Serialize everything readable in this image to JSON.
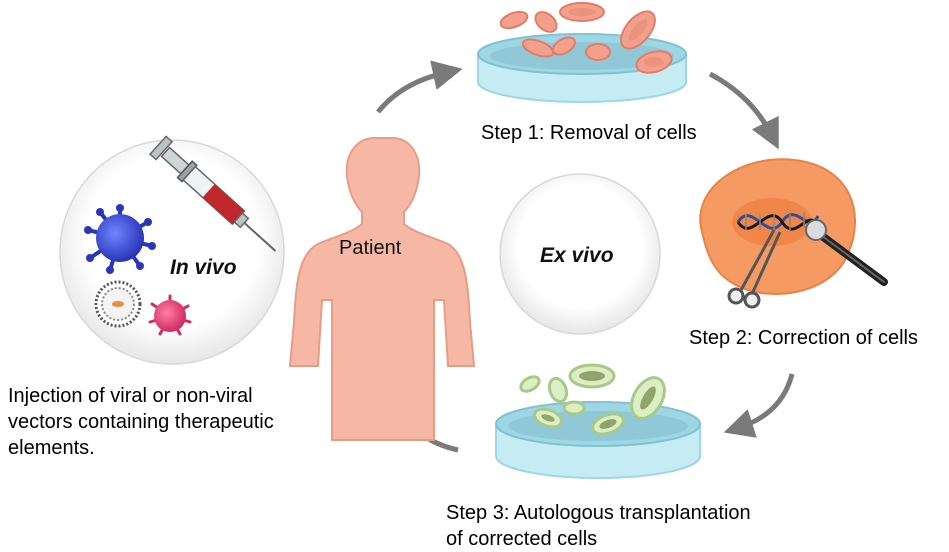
{
  "patient_label": "Patient",
  "in_vivo": {
    "label": "In vivo",
    "caption_lines": [
      "Injection of viral or non-viral",
      "vectors containing therapeutic",
      "elements."
    ]
  },
  "ex_vivo": {
    "label": "Ex vivo",
    "steps": [
      {
        "lines": [
          "Step 1: Removal of cells"
        ]
      },
      {
        "lines": [
          "Step 2: Correction of cells"
        ]
      },
      {
        "lines": [
          "Step 3: Autologous transplantation",
          "of corrected cells"
        ]
      }
    ]
  },
  "colors": {
    "skin": "#f6b8a4",
    "skin_outline": "#e49e88",
    "dish_rim": "#9fd6e3",
    "dish_side": "#c6ecf3",
    "red_cell": "#f2a08c",
    "red_cell_outline": "#e07d68",
    "corrected_cell": "#dbeec4",
    "corrected_cell_nucleus": "#8fa56a",
    "arrow": "#7a7a7a",
    "virus_blue": "#3b4fd6",
    "virus_pink": "#e34b84",
    "syringe_fluid": "#c0272d",
    "tissue_orange": "#f59a62"
  }
}
